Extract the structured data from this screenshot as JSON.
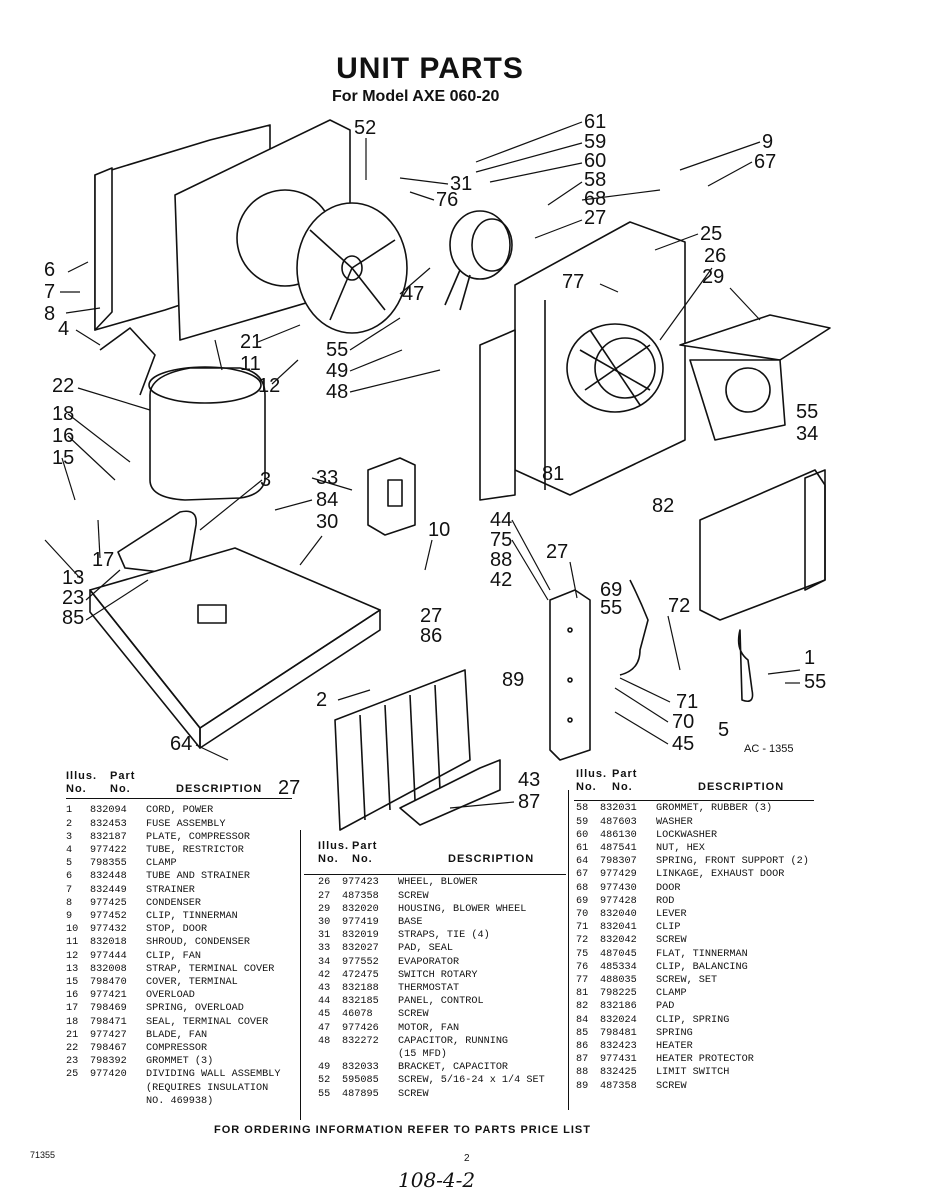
{
  "title": "UNIT PARTS",
  "subtitle": "For Model AXE 060-20",
  "diagram_code": "AC - 1355",
  "callouts": [
    "61",
    "59",
    "60",
    "58",
    "68",
    "27",
    "9",
    "67",
    "52",
    "31",
    "76",
    "25",
    "26",
    "29",
    "77",
    "6",
    "7",
    "8",
    "4",
    "21",
    "11",
    "47",
    "55",
    "49",
    "48",
    "12",
    "22",
    "18",
    "16",
    "15",
    "17",
    "13",
    "23",
    "85",
    "3",
    "33",
    "84",
    "30",
    "81",
    "82",
    "55",
    "34",
    "10",
    "44",
    "75",
    "88",
    "42",
    "27",
    "86",
    "27",
    "69",
    "55",
    "72",
    "1",
    "55",
    "2",
    "89",
    "71",
    "70",
    "45",
    "5",
    "64",
    "27",
    "43",
    "87"
  ],
  "table_headers": {
    "illus": "Illus.",
    "part": "Part",
    "no1": "No.",
    "no2": "No.",
    "description": "DESCRIPTION"
  },
  "parts_left": [
    {
      "illus": "1",
      "part": "832094",
      "desc": "CORD, POWER"
    },
    {
      "illus": "2",
      "part": "832453",
      "desc": "FUSE ASSEMBLY"
    },
    {
      "illus": "3",
      "part": "832187",
      "desc": "PLATE, COMPRESSOR"
    },
    {
      "illus": "4",
      "part": "977422",
      "desc": "TUBE, RESTRICTOR"
    },
    {
      "illus": "5",
      "part": "798355",
      "desc": "CLAMP"
    },
    {
      "illus": "6",
      "part": "832448",
      "desc": "TUBE AND STRAINER"
    },
    {
      "illus": "7",
      "part": "832449",
      "desc": "STRAINER"
    },
    {
      "illus": "8",
      "part": "977425",
      "desc": "CONDENSER"
    },
    {
      "illus": "9",
      "part": "977452",
      "desc": "CLIP, TINNERMAN"
    },
    {
      "illus": "10",
      "part": "977432",
      "desc": "STOP, DOOR"
    },
    {
      "illus": "11",
      "part": "832018",
      "desc": "SHROUD, CONDENSER"
    },
    {
      "illus": "12",
      "part": "977444",
      "desc": "CLIP, FAN"
    },
    {
      "illus": "13",
      "part": "832008",
      "desc": "STRAP, TERMINAL COVER"
    },
    {
      "illus": "15",
      "part": "798470",
      "desc": "COVER, TERMINAL"
    },
    {
      "illus": "16",
      "part": "977421",
      "desc": "OVERLOAD"
    },
    {
      "illus": "17",
      "part": "798469",
      "desc": "SPRING, OVERLOAD"
    },
    {
      "illus": "18",
      "part": "798471",
      "desc": "SEAL, TERMINAL COVER"
    },
    {
      "illus": "21",
      "part": "977427",
      "desc": "BLADE, FAN"
    },
    {
      "illus": "22",
      "part": "798467",
      "desc": "COMPRESSOR"
    },
    {
      "illus": "23",
      "part": "798392",
      "desc": "GROMMET (3)"
    },
    {
      "illus": "25",
      "part": "977420",
      "desc": "DIVIDING WALL ASSEMBLY"
    },
    {
      "illus": "",
      "part": "",
      "desc": "(REQUIRES INSULATION"
    },
    {
      "illus": "",
      "part": "",
      "desc": "NO. 469938)"
    }
  ],
  "parts_middle": [
    {
      "illus": "26",
      "part": "977423",
      "desc": "WHEEL, BLOWER"
    },
    {
      "illus": "27",
      "part": "487358",
      "desc": "SCREW"
    },
    {
      "illus": "29",
      "part": "832020",
      "desc": "HOUSING, BLOWER WHEEL"
    },
    {
      "illus": "30",
      "part": "977419",
      "desc": "BASE"
    },
    {
      "illus": "31",
      "part": "832019",
      "desc": "STRAPS, TIE (4)"
    },
    {
      "illus": "33",
      "part": "832027",
      "desc": "PAD, SEAL"
    },
    {
      "illus": "34",
      "part": "977552",
      "desc": "EVAPORATOR"
    },
    {
      "illus": "42",
      "part": "472475",
      "desc": "SWITCH ROTARY"
    },
    {
      "illus": "43",
      "part": "832188",
      "desc": "THERMOSTAT"
    },
    {
      "illus": "44",
      "part": "832185",
      "desc": "PANEL, CONTROL"
    },
    {
      "illus": "45",
      "part": "46078",
      "desc": "SCREW"
    },
    {
      "illus": "47",
      "part": "977426",
      "desc": "MOTOR, FAN"
    },
    {
      "illus": "48",
      "part": "832272",
      "desc": "CAPACITOR, RUNNING"
    },
    {
      "illus": "",
      "part": "",
      "desc": "(15 MFD)"
    },
    {
      "illus": "49",
      "part": "832033",
      "desc": "BRACKET, CAPACITOR"
    },
    {
      "illus": "52",
      "part": "595085",
      "desc": "SCREW, 5/16-24 x 1/4 SET"
    },
    {
      "illus": "55",
      "part": "487895",
      "desc": "SCREW"
    }
  ],
  "parts_right": [
    {
      "illus": "58",
      "part": "832031",
      "desc": "GROMMET, RUBBER (3)"
    },
    {
      "illus": "59",
      "part": "487603",
      "desc": "WASHER"
    },
    {
      "illus": "60",
      "part": "486130",
      "desc": "LOCKWASHER"
    },
    {
      "illus": "61",
      "part": "487541",
      "desc": "NUT, HEX"
    },
    {
      "illus": "64",
      "part": "798307",
      "desc": "SPRING, FRONT SUPPORT (2)"
    },
    {
      "illus": "67",
      "part": "977429",
      "desc": "LINKAGE, EXHAUST DOOR"
    },
    {
      "illus": "68",
      "part": "977430",
      "desc": "DOOR"
    },
    {
      "illus": "69",
      "part": "977428",
      "desc": "ROD"
    },
    {
      "illus": "70",
      "part": "832040",
      "desc": "LEVER"
    },
    {
      "illus": "71",
      "part": "832041",
      "desc": "CLIP"
    },
    {
      "illus": "72",
      "part": "832042",
      "desc": "SCREW"
    },
    {
      "illus": "75",
      "part": "487045",
      "desc": "FLAT, TINNERMAN"
    },
    {
      "illus": "76",
      "part": "485334",
      "desc": "CLIP, BALANCING"
    },
    {
      "illus": "77",
      "part": "488035",
      "desc": "SCREW, SET"
    },
    {
      "illus": "81",
      "part": "798225",
      "desc": "CLAMP"
    },
    {
      "illus": "82",
      "part": "832186",
      "desc": "PAD"
    },
    {
      "illus": "84",
      "part": "832024",
      "desc": "CLIP, SPRING"
    },
    {
      "illus": "85",
      "part": "798481",
      "desc": "SPRING"
    },
    {
      "illus": "86",
      "part": "832423",
      "desc": "HEATER"
    },
    {
      "illus": "87",
      "part": "977431",
      "desc": "HEATER PROTECTOR"
    },
    {
      "illus": "88",
      "part": "832425",
      "desc": "LIMIT SWITCH"
    },
    {
      "illus": "89",
      "part": "487358",
      "desc": "SCREW"
    }
  ],
  "footer": "FOR ORDERING INFORMATION REFER TO PARTS PRICE LIST",
  "doc_code": "71355",
  "page_number": "2",
  "handwritten_note": "108-4-2"
}
